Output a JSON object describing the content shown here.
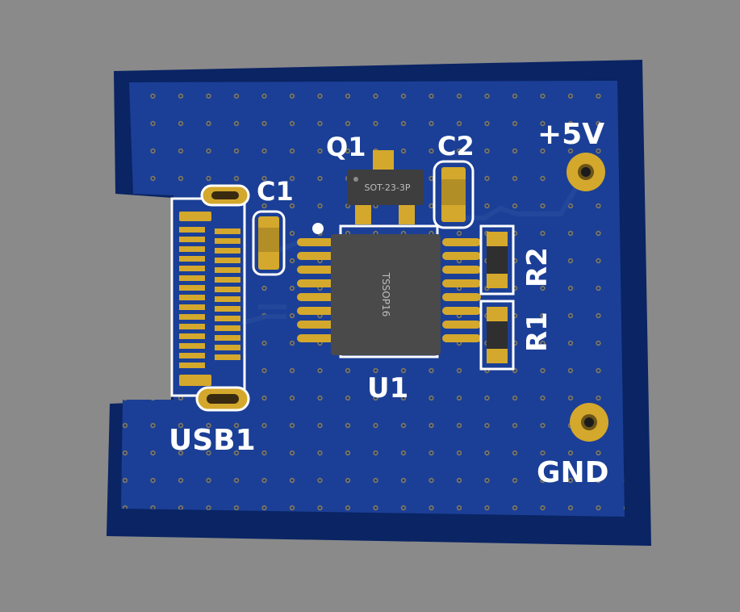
{
  "colors": {
    "background": "#8a8a8a",
    "board_edge": "#0a2464",
    "board_fill": "#1b3f96",
    "pad_gold": "#d4a82c",
    "silkscreen": "#ffffff",
    "ic_body": "#4a4a4a"
  },
  "board": {
    "designators": {
      "q1": "Q1",
      "c1": "C1",
      "c2": "C2",
      "r1": "R1",
      "r2": "R2",
      "u1": "U1",
      "usb1": "USB1"
    },
    "power_labels": {
      "plus5v": "+5V",
      "gnd": "GND"
    },
    "package_markings": {
      "q1": "SOT-23-3P",
      "u1": "TSSOP16"
    }
  }
}
